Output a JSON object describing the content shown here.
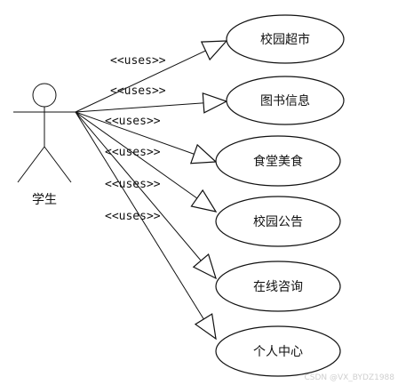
{
  "actor": {
    "name": "学生"
  },
  "stereotype": "<<uses>>",
  "use_cases": [
    {
      "label": "校园超市"
    },
    {
      "label": "图书信息"
    },
    {
      "label": "食堂美食"
    },
    {
      "label": "校园公告"
    },
    {
      "label": "在线咨询"
    },
    {
      "label": "个人中心"
    }
  ],
  "watermark": "CSDN @VX_BYDZ1988",
  "colors": {
    "stroke": "#111111",
    "background": "#ffffff",
    "watermark": "#cfcfcf"
  }
}
